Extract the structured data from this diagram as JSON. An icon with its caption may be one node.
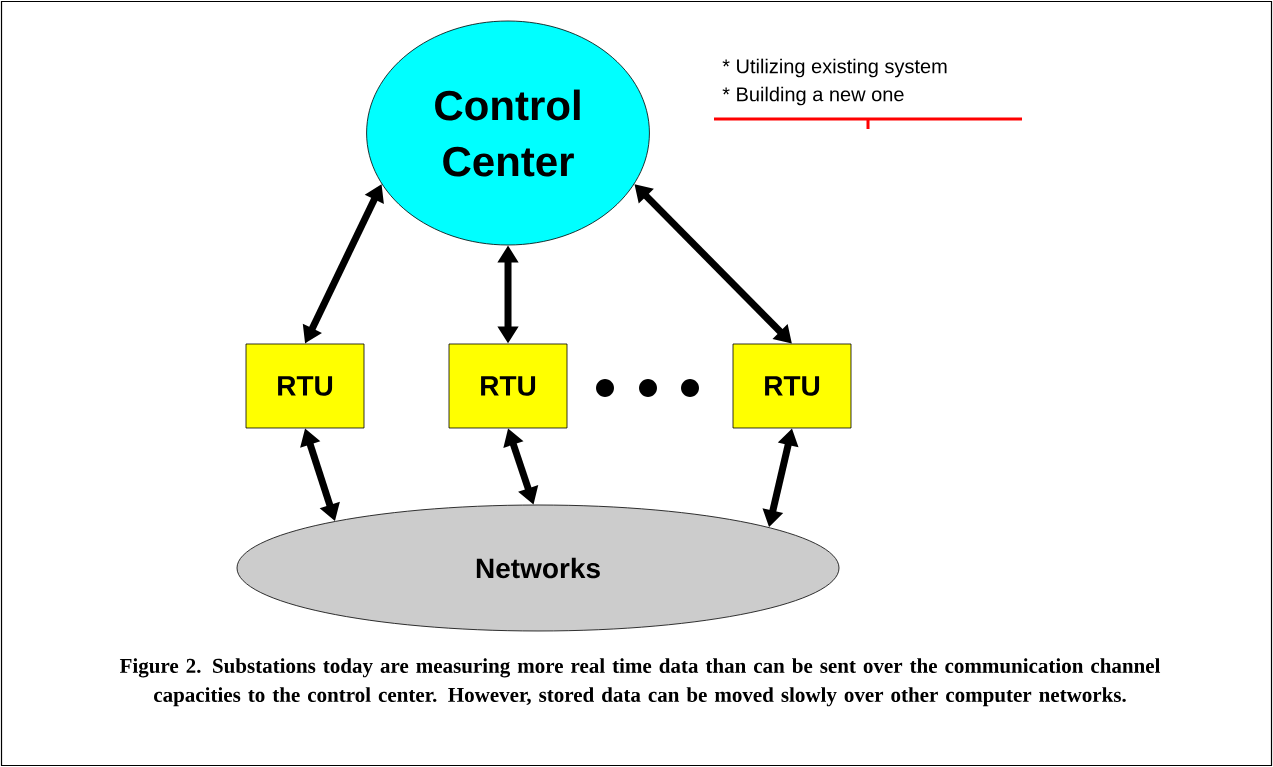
{
  "diagram": {
    "caption": "Figure 2. Substations today are measuring more real time data than can be sent over the communication channel capacities to the control center. However, stored data can be moved slowly over other computer networks.",
    "nodes": [
      {
        "text": [
          "Control Center"
        ]
      },
      {
        "text": [
          "RTU"
        ]
      },
      {
        "text": [
          "RTU"
        ]
      },
      {
        "text": [
          "RTU"
        ]
      },
      {
        "text": [
          "Networks"
        ]
      }
    ],
    "edges": [
      {
        "from": 0,
        "to": 1,
        "arrow": "both"
      },
      {
        "from": 0,
        "to": 2,
        "arrow": "both"
      },
      {
        "from": 0,
        "to": 3,
        "arrow": "both"
      },
      {
        "from": 1,
        "to": 4,
        "arrow": "both"
      },
      {
        "from": 2,
        "to": 4,
        "arrow": "both"
      },
      {
        "from": 3,
        "to": 4,
        "arrow": "both"
      }
    ],
    "labels": [
      "* Utilizing existing system",
      "* Building a new one"
    ]
  }
}
